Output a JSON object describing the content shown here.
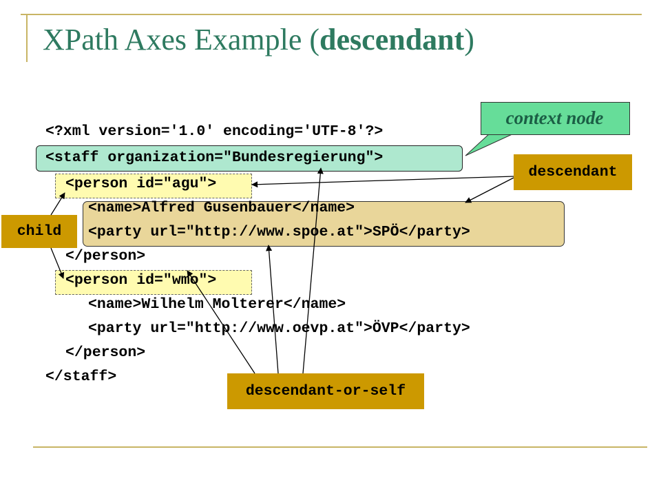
{
  "title": {
    "prefix": "XPath Axes Example (",
    "bold": "descendant",
    "suffix": ")"
  },
  "code_lines": [
    "<?xml version='1.0' encoding='UTF-8'?>",
    "<staff organization=\"Bundesregierung\">",
    "<person id=\"agu\">",
    "<name>Alfred Gusenbauer</name>",
    "<party url=\"http://www.spoe.at\">SPÖ</party>",
    "</person>",
    "<person id=\"wmo\">",
    "<name>Wilhelm Molterer</name>",
    "<party url=\"http://www.oevp.at\">ÖVP</party>",
    "</person>",
    "</staff>"
  ],
  "labels": {
    "context_node": "context node",
    "descendant": "descendant",
    "child": "child",
    "descendant_or_self": "descendant-or-self"
  },
  "colors": {
    "title": "#2e7a60",
    "frame": "#c8b464",
    "context_fill": "#66dd99",
    "label_fill": "#cc9900",
    "staff_highlight": "#aee8cf",
    "person_highlight": "#fffbb0",
    "descendant_highlight": "#e9d69a"
  }
}
